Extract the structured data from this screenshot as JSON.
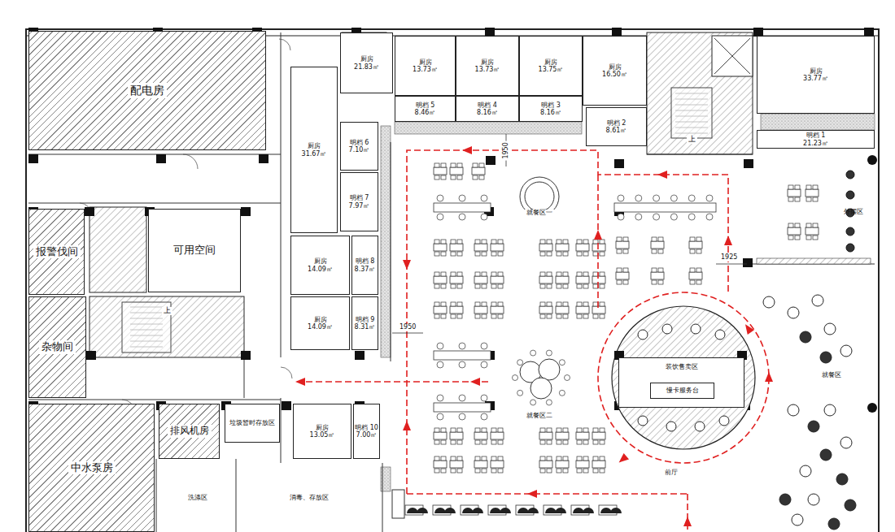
{
  "diagram": {
    "nodes": [
      {
        "text": [
          "配电房"
        ]
      },
      {
        "text": [
          "厨房",
          "21.83㎡"
        ]
      },
      {
        "text": [
          "厨房",
          "13.73㎡"
        ]
      },
      {
        "text": [
          "厨房",
          "13.73㎡"
        ]
      },
      {
        "text": [
          "厨房",
          "13.75㎡"
        ]
      },
      {
        "text": [
          "厨房",
          "16.50㎡"
        ]
      },
      {
        "text": [
          "厨房",
          "33.77㎡"
        ]
      },
      {
        "text": [
          "明档 5",
          "8.46㎡"
        ]
      },
      {
        "text": [
          "明档 4",
          "8.16㎡"
        ]
      },
      {
        "text": [
          "明档 3",
          "8.16㎡"
        ]
      },
      {
        "text": [
          "明档 2",
          "8.61㎡"
        ]
      },
      {
        "text": [
          "明档 1",
          "21.23㎡"
        ]
      },
      {
        "text": [
          "厨房",
          "31.67㎡"
        ]
      },
      {
        "text": [
          "明档 6",
          "7.10㎡"
        ]
      },
      {
        "text": [
          "明档 7",
          "7.97㎡"
        ]
      },
      {
        "text": [
          "报警伐间"
        ]
      },
      {
        "text": [
          "可用空间"
        ]
      },
      {
        "text": [
          "外摆区"
        ]
      },
      {
        "text": [
          "厨房",
          "14.09㎡"
        ]
      },
      {
        "text": [
          "明档 8",
          "8.37㎡"
        ]
      },
      {
        "text": [
          "厨房",
          "14.09㎡"
        ]
      },
      {
        "text": [
          "明档 9",
          "8.31㎡"
        ]
      },
      {
        "text": [
          "杂物间"
        ]
      },
      {
        "text": [
          "装饮售卖区"
        ]
      },
      {
        "text": [
          "慢卡服务台"
        ],
        "in": 23
      },
      {
        "text": [
          "排风机房"
        ]
      },
      {
        "text": [
          "垃圾暂时存放区"
        ]
      },
      {
        "text": [
          "厨房",
          "13.05㎡"
        ]
      },
      {
        "text": [
          "明档 10",
          "7.00㎡"
        ]
      },
      {
        "text": [
          "中水泵房"
        ]
      },
      {
        "text": [
          "洗涤区"
        ]
      },
      {
        "text": [
          "消毒、存放区"
        ]
      }
    ],
    "labels": [
      "上",
      "上",
      "就餐区一",
      "就餐区二",
      "前厅",
      "就餐区",
      "1950",
      "1925",
      "1950"
    ]
  }
}
